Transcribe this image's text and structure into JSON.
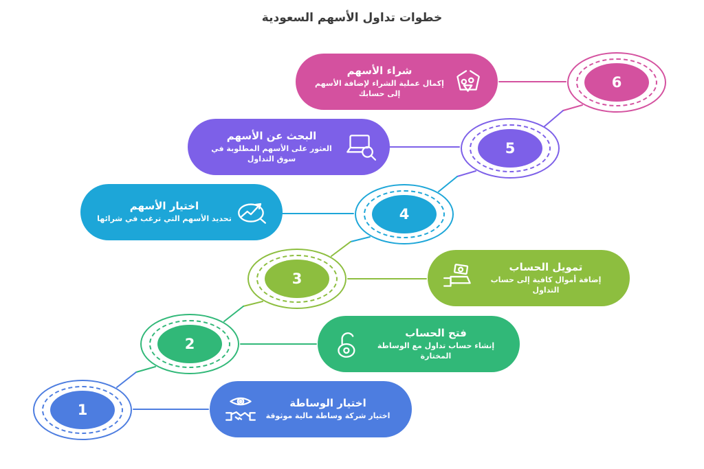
{
  "title": "خطوات تداول الأسهم السعودية",
  "steps": [
    {
      "number": "1",
      "title": "اختيار الوساطة",
      "description": "اختيار شركة وساطة مالية موثوقة",
      "color": "#4d7de0",
      "icon": "eye-handshake-icon"
    },
    {
      "number": "2",
      "title": "فتح الحساب",
      "description": "إنشاء حساب تداول مع الوساطة المختارة",
      "color": "#31b878",
      "icon": "open-lock-icon"
    },
    {
      "number": "3",
      "title": "تمويل الحساب",
      "description": "إضافة أموال كافية إلى حساب التداول",
      "color": "#8dbe3f",
      "icon": "money-hand-icon"
    },
    {
      "number": "4",
      "title": "اختيار الأسهم",
      "description": "تحديد الأسهم التي ترغب في شرائها",
      "color": "#1da6d8",
      "icon": "chart-search-icon"
    },
    {
      "number": "5",
      "title": "البحث عن الأسهم",
      "description": "العثور على الأسهم المطلوبة في سوق التداول",
      "color": "#7d60e8",
      "icon": "laptop-search-icon"
    },
    {
      "number": "6",
      "title": "شراء الأسهم",
      "description": "إكمال عملية الشراء لإضافة الأسهم إلى حسابك",
      "color": "#d4519f",
      "icon": "basket-group-icon"
    }
  ]
}
